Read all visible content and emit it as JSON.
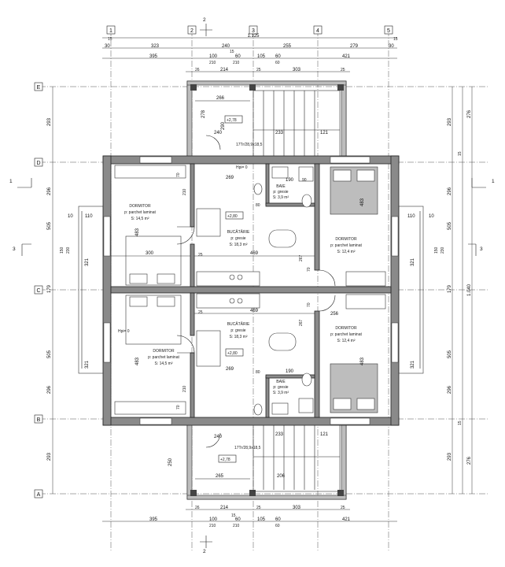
{
  "axes_columns": [
    "1",
    "2",
    "3",
    "4",
    "5"
  ],
  "axes_rows": [
    "E",
    "D",
    "C",
    "B",
    "A"
  ],
  "section_marks": {
    "top": "2",
    "bottom": "2",
    "left": "1",
    "right": "1",
    "left_mid": "3",
    "right_mid": "3"
  },
  "dims_top": {
    "total": "1.125",
    "row1": [
      "15",
      "15"
    ],
    "row2": [
      "30",
      "323",
      "240",
      "15",
      "255",
      "279",
      "30"
    ],
    "row3": [
      "395",
      "100",
      "60",
      "105",
      "60",
      "421"
    ],
    "row3b": [
      "210",
      "210",
      "60"
    ],
    "row4": [
      "26",
      "214",
      "25",
      "303",
      "25"
    ]
  },
  "dims_bottom": {
    "row4": [
      "26",
      "214",
      "25",
      "303",
      "25"
    ],
    "row3": [
      "395",
      "100",
      "60",
      "105",
      "60",
      "421"
    ],
    "row3b": [
      "210",
      "210",
      "60"
    ],
    "total": "15"
  },
  "dims_left": [
    "293",
    "296",
    "505",
    "179",
    "505",
    "296",
    "293"
  ],
  "dims_right": [
    "293",
    "276",
    "296",
    "505",
    "1.040",
    "179",
    "505",
    "296",
    "276",
    "293",
    "15",
    "15"
  ],
  "rooms": {
    "dorm_nw": {
      "name": "DORMITOR",
      "floor": "p: parchet laminat",
      "area": "S: 14,5 m²"
    },
    "dorm_sw": {
      "name": "DORMITOR",
      "floor": "p: parchet laminat",
      "area": "S: 14,5 m²"
    },
    "dorm_ne": {
      "name": "DORMITOR",
      "floor": "p: parchet laminat",
      "area": "S: 12,4 m²"
    },
    "dorm_se": {
      "name": "DORMITOR",
      "floor": "p: parchet laminat",
      "area": "S: 12,4 m²"
    },
    "kitchen_n": {
      "name": "BUCĂTĂRIE",
      "floor": "p: gresie",
      "area": "S: 18,3 m²"
    },
    "kitchen_s": {
      "name": "BUCĂTĂRIE",
      "floor": "p: gresie",
      "area": "S: 18,3 m²"
    },
    "bath_n": {
      "name": "BAIE",
      "floor": "p: gresie",
      "area": "S: 3,9 m²"
    },
    "bath_s": {
      "name": "BAIE",
      "floor": "p: gresie",
      "area": "S: 3,9 m²"
    }
  },
  "levels": [
    "+2,78",
    "+2,80",
    "+2,80",
    "+2,78"
  ],
  "stairs": [
    "17Tr/28,9x18,5",
    "17Tr/28,9x18,5"
  ],
  "inner_dims": {
    "a": "266",
    "b": "290",
    "c": "240",
    "d": "233",
    "e": "121",
    "f": "278",
    "g": "269",
    "h": "190",
    "i": "70",
    "j": "483",
    "k": "300",
    "l": "469",
    "m": "256",
    "n": "321",
    "o": "150",
    "p": "230",
    "q": "110",
    "r": "10",
    "s": "265",
    "t": "206",
    "u": "250",
    "v": "25",
    "w": "210",
    "x": "90",
    "y": "267",
    "z": "80",
    "aa": "Hpi= 0"
  }
}
